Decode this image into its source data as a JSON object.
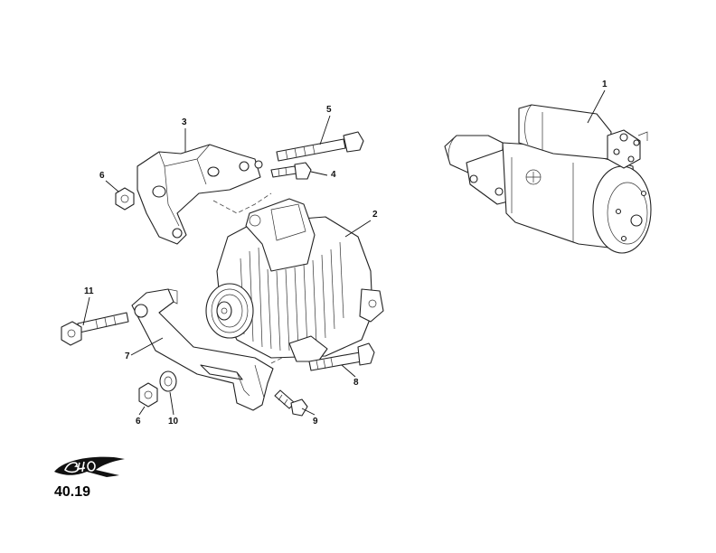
{
  "diagram": {
    "callouts": [
      {
        "id": "1",
        "label": "1"
      },
      {
        "id": "2",
        "label": "2"
      },
      {
        "id": "3",
        "label": "3"
      },
      {
        "id": "4",
        "label": "4"
      },
      {
        "id": "5",
        "label": "5"
      },
      {
        "id": "6a",
        "label": "6"
      },
      {
        "id": "6b",
        "label": "6"
      },
      {
        "id": "7",
        "label": "7"
      },
      {
        "id": "8",
        "label": "8"
      },
      {
        "id": "9",
        "label": "9"
      },
      {
        "id": "10",
        "label": "10"
      },
      {
        "id": "11",
        "label": "11"
      }
    ]
  },
  "footer": {
    "logo_text": "340R",
    "page_number": "40.19"
  }
}
